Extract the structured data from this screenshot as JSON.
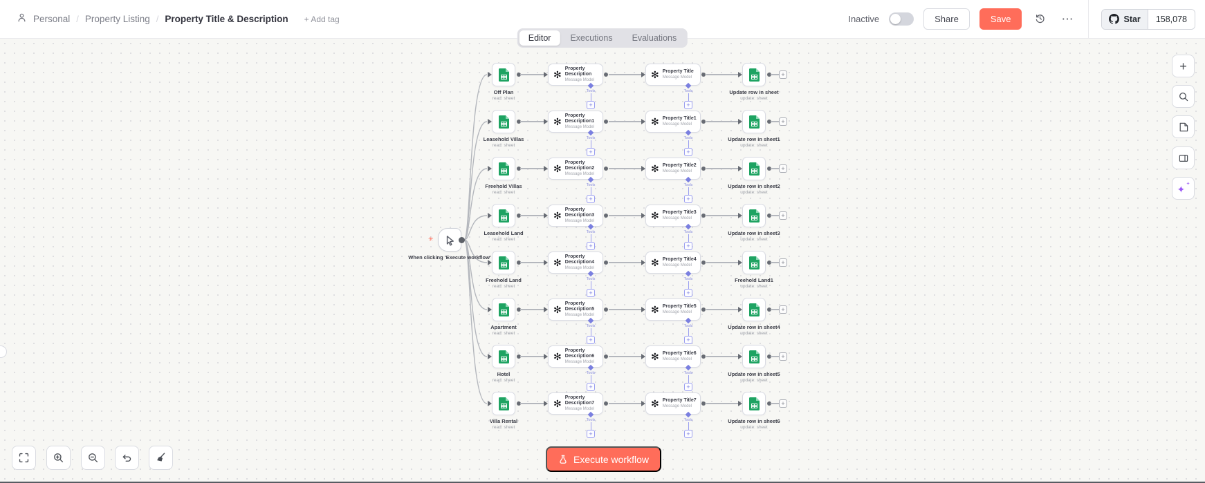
{
  "header": {
    "breadcrumb": {
      "project": "Personal",
      "folder": "Property Listing",
      "title": "Property Title & Description",
      "separator": "/"
    },
    "add_tag_label": "+ Add tag",
    "status_label": "Inactive",
    "share_label": "Share",
    "save_label": "Save",
    "github": {
      "star_label": "Star",
      "count": "158,078"
    }
  },
  "tabs": [
    {
      "label": "Editor",
      "active": true
    },
    {
      "label": "Executions",
      "active": false
    },
    {
      "label": "Evaluations",
      "active": false
    }
  ],
  "canvas": {
    "trigger_label": "When clicking 'Execute workflow'",
    "ai_subtitle": "Message Model",
    "tools_label": "Tools",
    "source_subtitle": "read: sheet",
    "dest_subtitle": "update: sheet",
    "rows": [
      {
        "source": "Off Plan",
        "desc": "Property Description",
        "title": "Property Title",
        "dest": "Update row in sheet"
      },
      {
        "source": "Leasehold Villas",
        "desc": "Property Description1",
        "title": "Property Title1",
        "dest": "Update row in sheet1"
      },
      {
        "source": "Freehold Villas",
        "desc": "Property Description2",
        "title": "Property Title2",
        "dest": "Update row in sheet2"
      },
      {
        "source": "Leasehold Land",
        "desc": "Property Description3",
        "title": "Property Title3",
        "dest": "Update row in sheet3"
      },
      {
        "source": "Freehold Land",
        "desc": "Property Description4",
        "title": "Property Title4",
        "dest": "Freehold Land1"
      },
      {
        "source": "Apartment",
        "desc": "Property Description5",
        "title": "Property Title5",
        "dest": "Update row in sheet4"
      },
      {
        "source": "Hotel",
        "desc": "Property Description6",
        "title": "Property Title6",
        "dest": "Update row in sheet5"
      },
      {
        "source": "Villa Rental",
        "desc": "Property Description7",
        "title": "Property Title7",
        "dest": "Update row in sheet6"
      }
    ]
  },
  "controls": {
    "execute_label": "Execute workflow"
  },
  "icons": {
    "openai_logo": "✻",
    "ellipsis": "⋯",
    "plus": "+",
    "sparkle_large": "✦",
    "sparkle_small": "✦",
    "trigger_spark": "✳"
  },
  "colors": {
    "primary": "#ff6d5a",
    "sheets_green": "#1ea362",
    "ai_purple": "#7a7fe0"
  }
}
